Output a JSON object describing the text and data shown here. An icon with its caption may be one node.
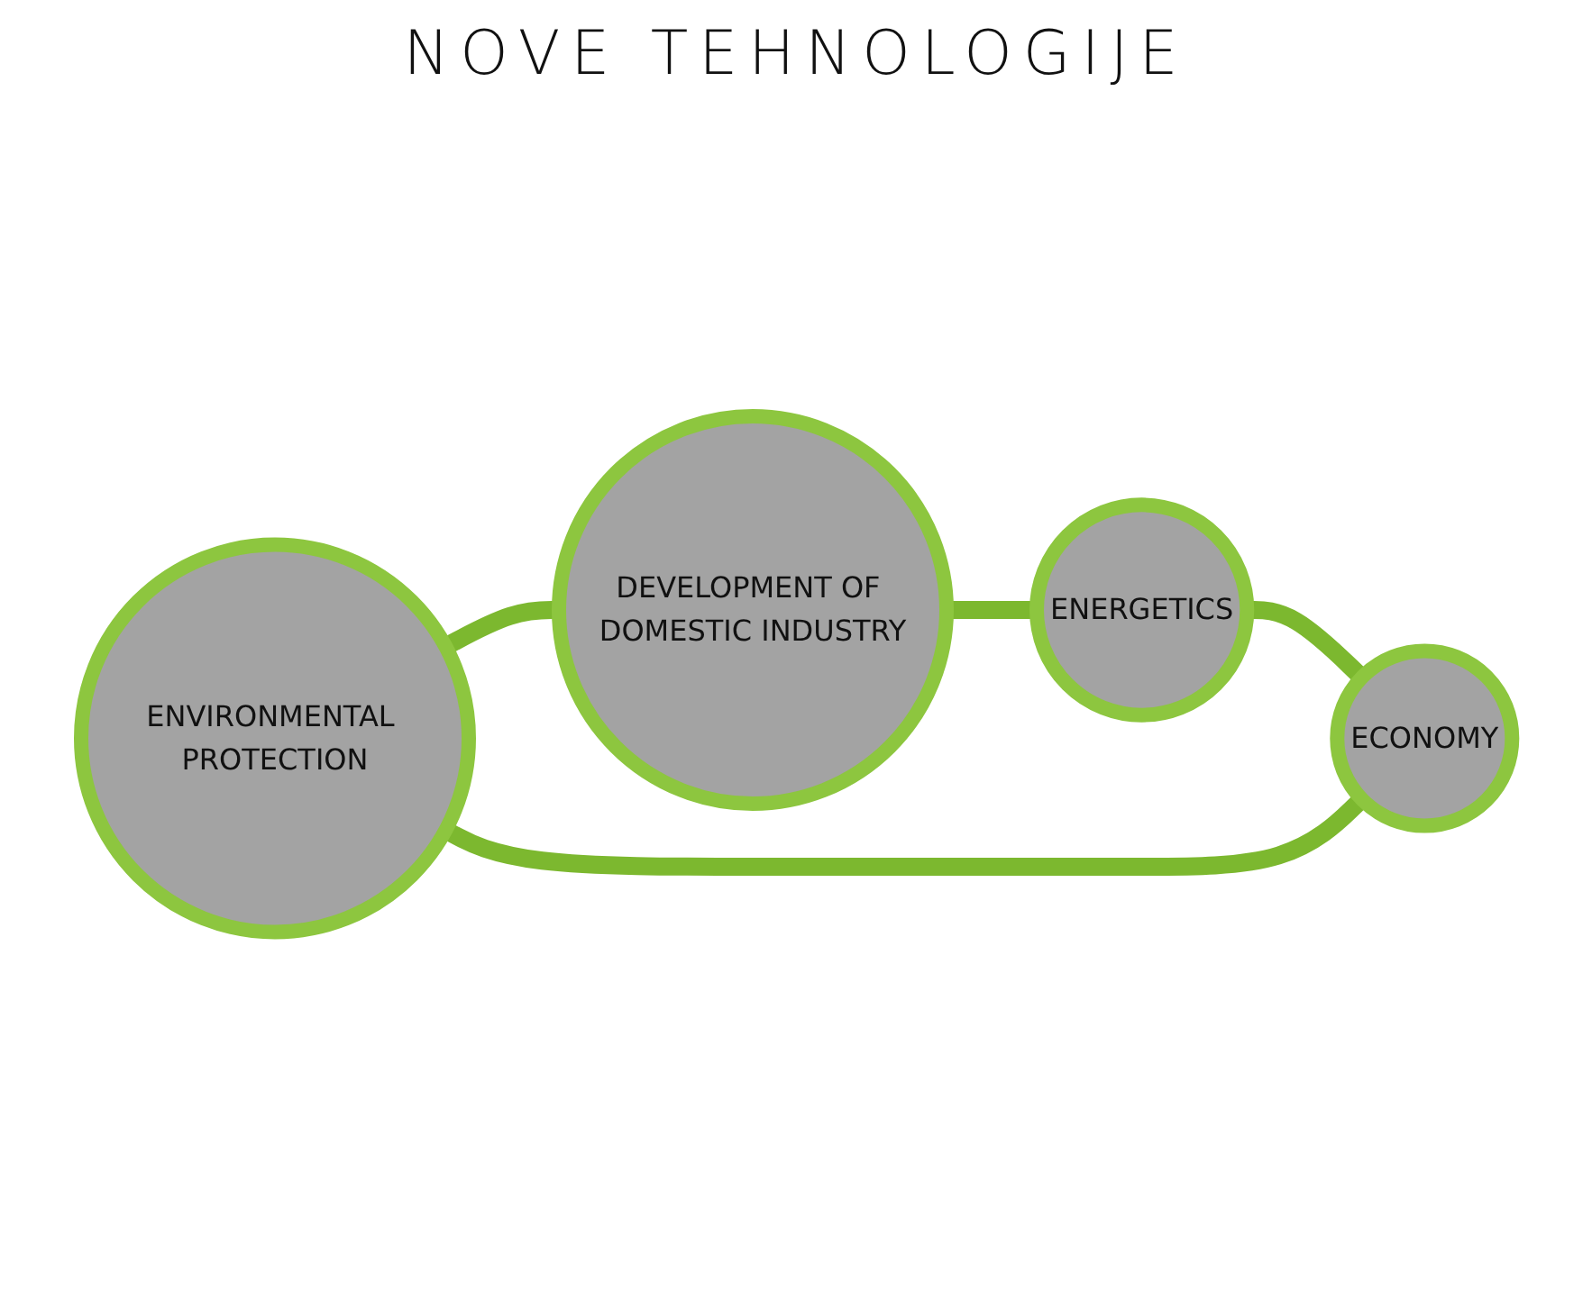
{
  "diagram": {
    "title": "NOVE TEHNOLOGIJE",
    "nodes": [
      {
        "text": [
          "ENVIRONMENTAL PROTECTION"
        ]
      },
      {
        "text": [
          "ECONOMY"
        ]
      },
      {
        "text": [
          "DEVELOPMENT OF DOMESTIC INDUSTRY"
        ]
      },
      {
        "text": [
          "ENERGETICS"
        ]
      }
    ],
    "edges": [
      {
        "from": 1,
        "to": 0,
        "arrow": "none"
      },
      {
        "from": 0,
        "to": 2,
        "arrow": "none"
      },
      {
        "from": 2,
        "to": 3,
        "arrow": "none"
      },
      {
        "from": 3,
        "to": 1,
        "arrow": "none"
      }
    ]
  }
}
